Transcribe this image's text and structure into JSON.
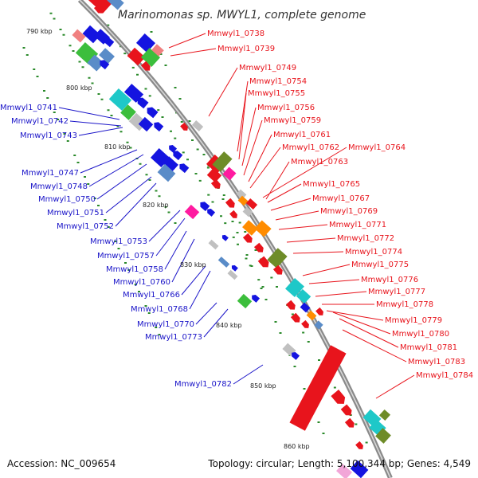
{
  "title": "Marinomonas sp. MWYL1, complete genome",
  "ticks": [
    "790 kbp",
    "800 kbp",
    "810 kbp",
    "820 kbp",
    "830 kbp",
    "840 kbp",
    "850 kbp",
    "860 kbp"
  ],
  "labels_right": [
    "Mmwyl1_0738",
    "Mmwyl1_0739",
    "Mmwyl1_0749",
    "Mmwyl1_0754",
    "Mmwyl1_0755",
    "Mmwyl1_0756",
    "Mmwyl1_0759",
    "Mmwyl1_0761",
    "Mmwyl1_0762",
    "Mmwyl1_0764",
    "Mmwyl1_0763",
    "Mmwyl1_0765",
    "Mmwyl1_0767",
    "Mmwyl1_0769",
    "Mmwyl1_0771",
    "Mmwyl1_0772",
    "Mmwyl1_0774",
    "Mmwyl1_0775",
    "Mmwyl1_0776",
    "Mmwyl1_0777",
    "Mmwyl1_0778",
    "Mmwyl1_0779",
    "Mmwyl1_0780",
    "Mmwyl1_0781",
    "Mmwyl1_0783",
    "Mmwyl1_0784"
  ],
  "labels_left": [
    "Mmwyl1_0741",
    "Mmwyl1_0742",
    "Mmwyl1_0743",
    "Mmwyl1_0747",
    "Mmwyl1_0748",
    "Mmwyl1_0750",
    "Mmwyl1_0751",
    "Mmwyl1_0752",
    "Mmwyl1_0753",
    "Mmwyl1_0757",
    "Mmwyl1_0758",
    "Mmwyl1_0760",
    "Mmwyl1_0766",
    "Mmwyl1_0768",
    "Mmwyl1_0770",
    "Mmwyl1_0773",
    "Mmwyl1_0782"
  ],
  "footer": {
    "accession": "Accession: NC_009654",
    "summary": "Topology: circular; Length: 5,100,344 bp; Genes: 4,549"
  },
  "colors": {
    "right_label": "#e8141c",
    "left_label": "#1a14c8",
    "backbone": "#8a8a8a",
    "tick": "#2a8a2a",
    "forward_gene": "#e8141c",
    "reverse_gene": "#1414e0",
    "cog_green": "#3cbe3c",
    "cog_cyan": "#1ec8c8",
    "cog_olive": "#6e8c28",
    "cog_orange": "#ff8c00",
    "cog_magenta": "#ff1aa0",
    "cog_steel": "#5a8cc8",
    "cog_grey": "#c0c0c0"
  }
}
